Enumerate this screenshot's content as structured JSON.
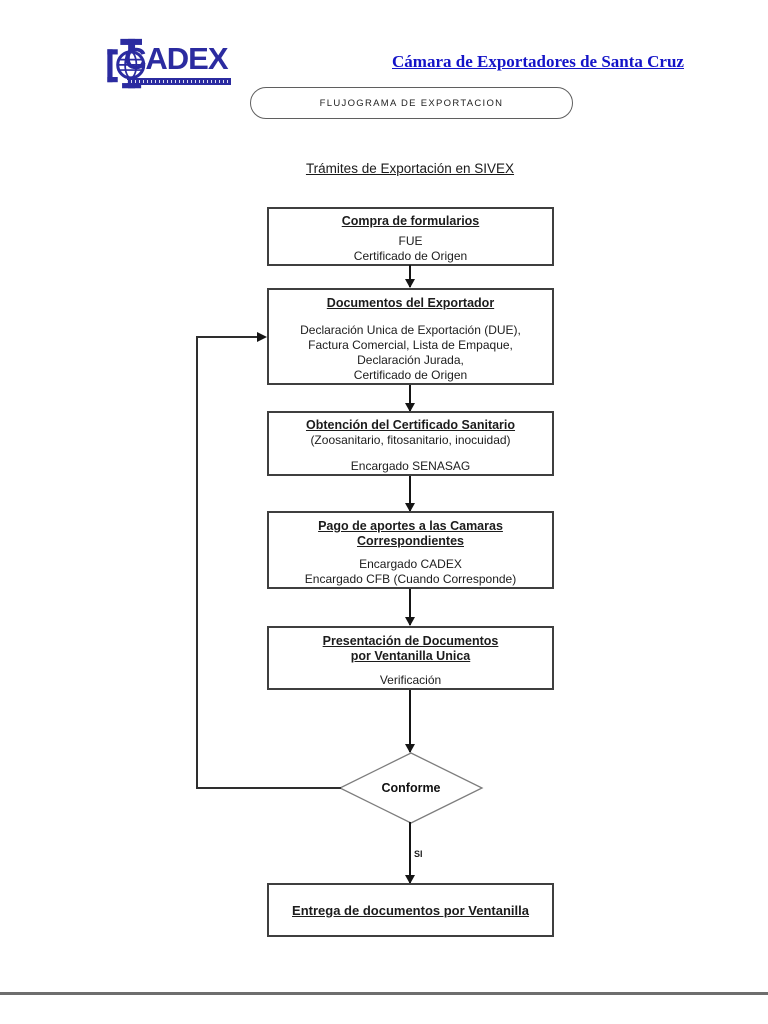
{
  "colors": {
    "logo_blue": "#2b2ba0",
    "org_title_blue": "#1414c8",
    "box_border": "#3f3f3f",
    "footer_rule_gray": "#6e6e6e"
  },
  "header": {
    "logo_text": "CADEX",
    "org_title": "Cámara de Exportadores de Santa Cruz",
    "banner": "FLUJOGRAMA DE EXPORTACION"
  },
  "diagram_title": "Trámites de Exportación en SIVEX",
  "flow": {
    "boxes": [
      {
        "title": "Compra de formularios",
        "lines": [
          "FUE",
          "Certificado de Origen"
        ]
      },
      {
        "title": "Documentos del Exportador",
        "lines": [
          "Declaración Unica de Exportación (DUE),",
          "Factura Comercial, Lista de Empaque,",
          "Declaración Jurada,",
          "Certificado de Origen"
        ]
      },
      {
        "title": "Obtención del Certificado Sanitario",
        "subtitle": "(Zoosanitario, fitosanitario, inocuidad)",
        "lines": [
          "Encargado SENASAG"
        ]
      },
      {
        "title_line1": "Pago de aportes a las Camaras",
        "title_line2": "Correspondientes",
        "lines": [
          "Encargado CADEX",
          "Encargado CFB (Cuando Corresponde)"
        ]
      },
      {
        "title_line1": "Presentación de Documentos",
        "title_line2": "por Ventanilla Unica",
        "lines": [
          "Verificación"
        ]
      }
    ],
    "decision": {
      "label": "Conforme"
    },
    "branch_yes_label": "SI",
    "final_box": {
      "title": "Entrega de documentos por Ventanilla"
    }
  }
}
